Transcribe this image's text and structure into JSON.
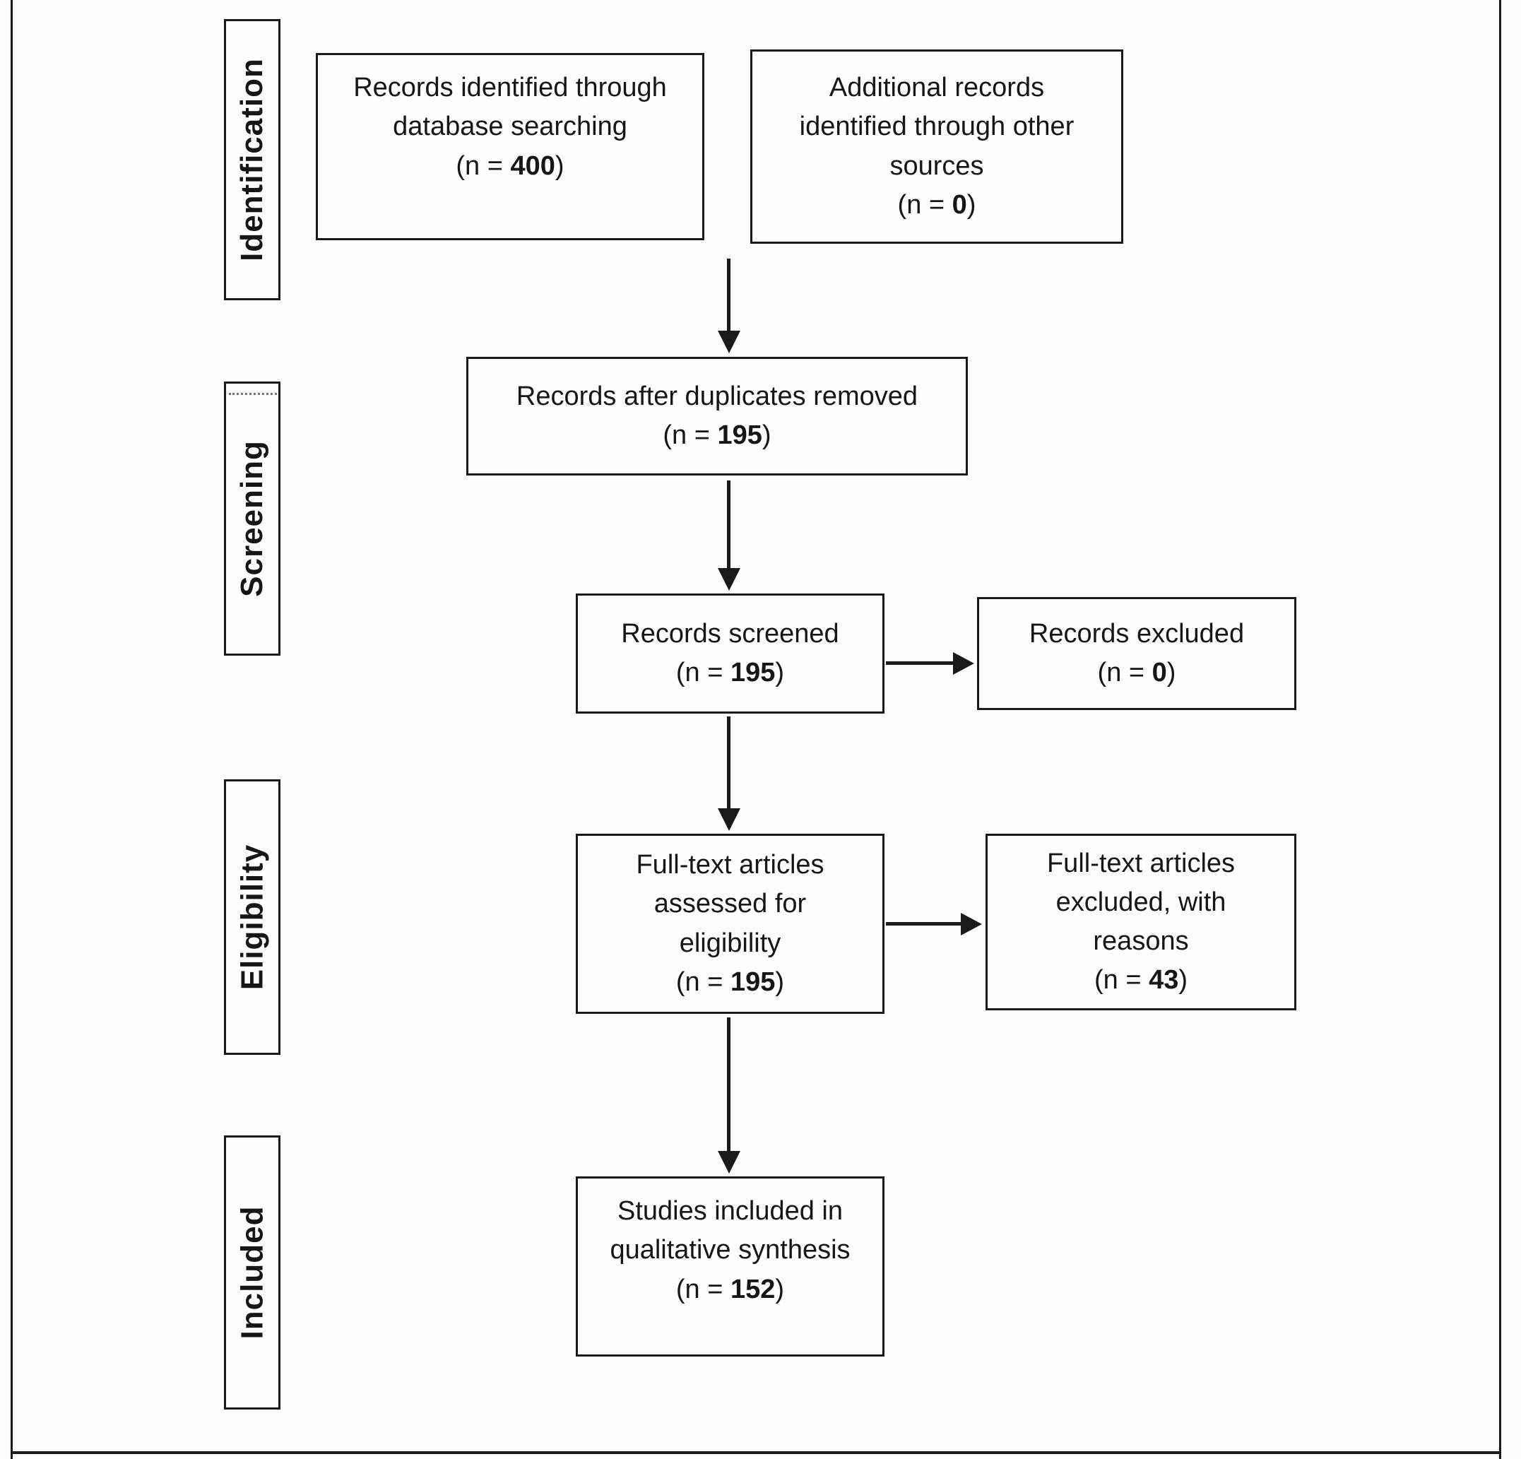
{
  "diagram": {
    "n_format": {
      "prefix": "(n = ",
      "suffix": ")"
    },
    "stages": [
      {
        "label": "Identification"
      },
      {
        "label": "Screening"
      },
      {
        "label": "Eligibility"
      },
      {
        "label": "Included"
      }
    ],
    "boxes": [
      {
        "name": "records-identified",
        "lines": [
          "Records identified through",
          "database searching"
        ],
        "n": "400"
      },
      {
        "name": "additional-records",
        "lines": [
          "Additional records",
          "identified through other",
          "sources"
        ],
        "n": "0"
      },
      {
        "name": "records-after-duplicates",
        "lines": [
          "Records after duplicates removed"
        ],
        "n": "195"
      },
      {
        "name": "records-screened",
        "lines": [
          "Records screened"
        ],
        "n": "195"
      },
      {
        "name": "records-excluded",
        "lines": [
          "Records excluded"
        ],
        "n": "0"
      },
      {
        "name": "fulltext-assessed",
        "lines": [
          "Full-text articles",
          "assessed for",
          "eligibility"
        ],
        "n": "195"
      },
      {
        "name": "fulltext-excluded",
        "lines": [
          "Full-text articles",
          "excluded, with",
          "reasons"
        ],
        "n": "43"
      },
      {
        "name": "studies-included",
        "lines": [
          "Studies included in",
          "qualitative synthesis"
        ],
        "n": "152"
      }
    ],
    "colors": {
      "line": "#1a1a1a",
      "box_border": "#1a1a1a",
      "text": "#161616",
      "background": "#fefefe"
    }
  }
}
